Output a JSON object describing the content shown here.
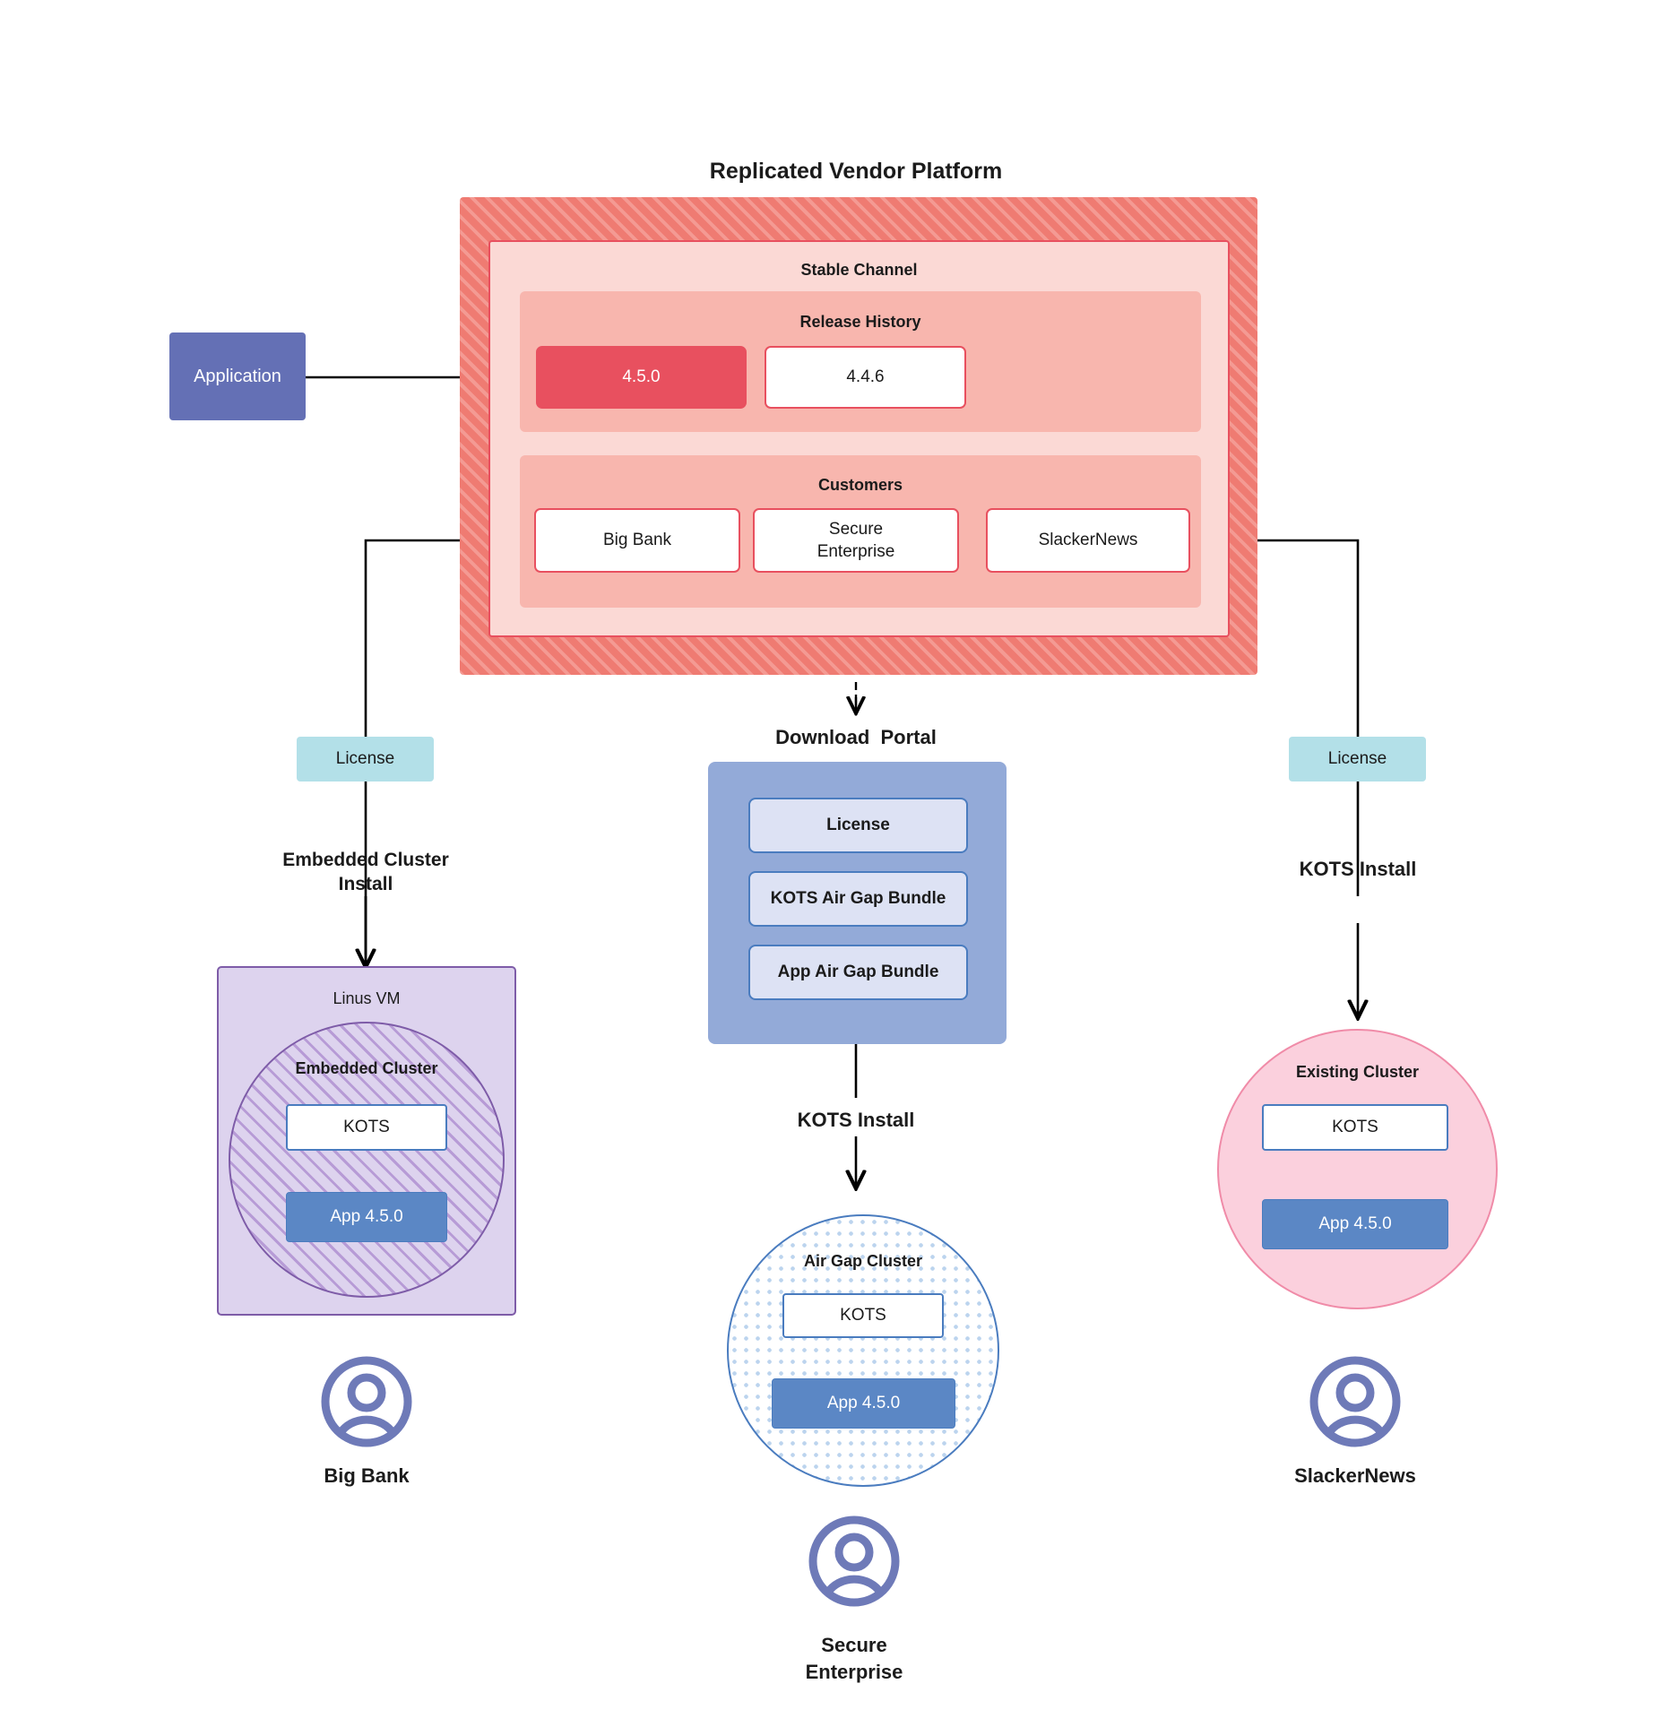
{
  "platform": {
    "title": "Replicated Vendor Platform",
    "channel_label": "Stable Channel",
    "release_history_label": "Release History",
    "releases": [
      {
        "version": "4.5.0",
        "state": "current"
      },
      {
        "version": "4.4.6",
        "state": "previous"
      }
    ],
    "customers_label": "Customers",
    "customers": [
      {
        "name": "Big Bank"
      },
      {
        "name": "Secure\nEnterprise"
      },
      {
        "name": "SlackerNews"
      }
    ],
    "colors": {
      "hatch_fill": "#ef7b72",
      "hatch_stripe": "#f49a93",
      "channel_fill": "#fbd9d5",
      "panel_fill": "#f8b6ae",
      "accent_red": "#e8505f"
    }
  },
  "application": {
    "label": "Application",
    "color": "#6470b5"
  },
  "left_branch": {
    "license_label": "License",
    "install_label": "Embedded Cluster\nInstall",
    "vm_label": "Linus VM",
    "cluster_label": "Embedded Cluster",
    "kots_label": "KOTS",
    "app_label": "App 4.5.0",
    "customer_label": "Big Bank",
    "license_color": "#b3e0e8",
    "vm_color": "#ddd3ee"
  },
  "center_branch": {
    "portal_title": "Download  Portal",
    "portal_items": [
      {
        "label": "License"
      },
      {
        "label": "KOTS Air Gap Bundle"
      },
      {
        "label": "App Air Gap Bundle"
      }
    ],
    "install_label": "KOTS Install",
    "cluster_label": "Air Gap Cluster",
    "kots_label": "KOTS",
    "app_label": "App 4.5.0",
    "customer_label": "Secure\nEnterprise",
    "portal_color": "#93aad8"
  },
  "right_branch": {
    "license_label": "License",
    "install_label": "KOTS Install",
    "cluster_label": "Existing Cluster",
    "kots_label": "KOTS",
    "app_label": "App 4.5.0",
    "customer_label": "SlackerNews",
    "license_color": "#b3e0e8",
    "cluster_color": "#fbd0dd"
  },
  "avatar_color": "#6e7ab8"
}
